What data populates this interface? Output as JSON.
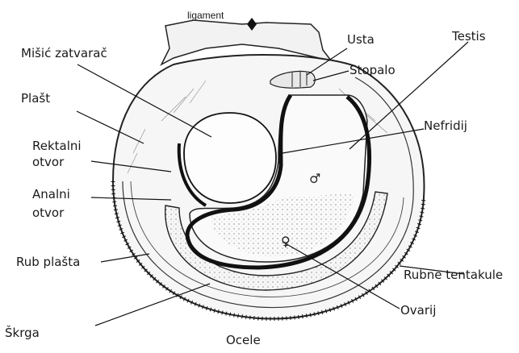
{
  "labels": {
    "ligament": "ligament",
    "misic_zatvarac": "Mišić zatvarač",
    "plast": "Plašt",
    "rektalni_1": "Rektalni",
    "rektalni_2": "otvor",
    "analni_1": "Analni",
    "analni_2": "otvor",
    "rub_plasta": "Rub plašta",
    "skrga": "Škrga",
    "ocele": "Ocele",
    "usta": "Usta",
    "stopalo": "Stopalo",
    "testis": "Testis",
    "nefridij": "Nefridij",
    "rubne_tentakule": "Rubne tentakule",
    "ovarij": "Ovarij"
  },
  "symbols": {
    "male": "♂",
    "female": "♀"
  },
  "colors": {
    "ink": "#1a1a1a",
    "shell": "#f4f4f4"
  }
}
